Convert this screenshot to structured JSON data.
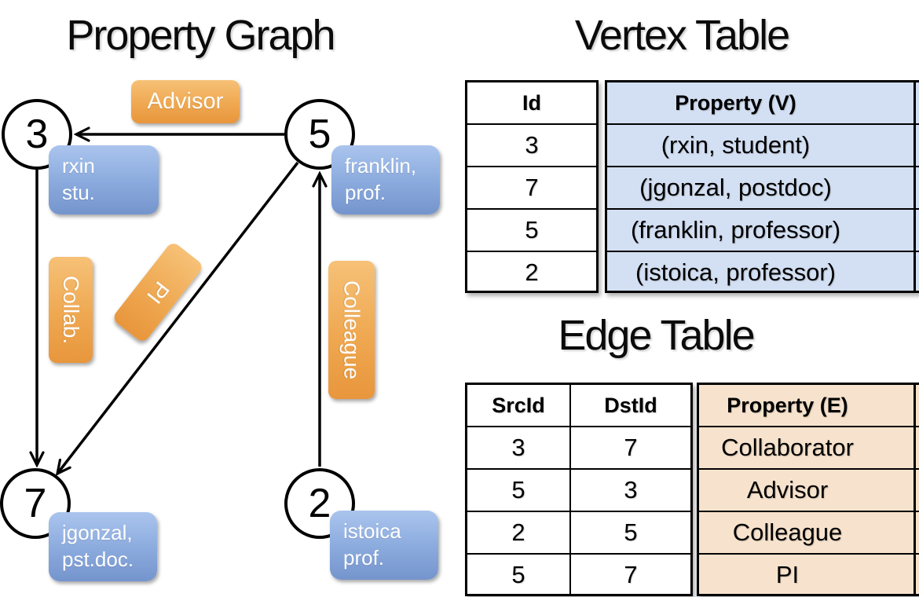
{
  "graph": {
    "title": "Property Graph",
    "nodes": [
      {
        "id": "3",
        "label_line1": "rxin",
        "label_line2": "stu."
      },
      {
        "id": "5",
        "label_line1": "franklin,",
        "label_line2": "prof."
      },
      {
        "id": "7",
        "label_line1": "jgonzal,",
        "label_line2": "pst.doc."
      },
      {
        "id": "2",
        "label_line1": "istoica",
        "label_line2": "prof."
      }
    ],
    "edge_labels": {
      "advisor": "Advisor",
      "collab": "Collab.",
      "pi": "PI",
      "colleague": "Colleague"
    },
    "edges": [
      {
        "src": "5",
        "dst": "3",
        "label": "Advisor"
      },
      {
        "src": "3",
        "dst": "7",
        "label": "Collab."
      },
      {
        "src": "5",
        "dst": "7",
        "label": "PI"
      },
      {
        "src": "2",
        "dst": "5",
        "label": "Colleague"
      }
    ]
  },
  "vertex_table": {
    "title": "Vertex Table",
    "headers": {
      "id": "Id",
      "property": "Property (V)"
    },
    "rows": [
      {
        "id": "3",
        "property": "(rxin, student)"
      },
      {
        "id": "7",
        "property": "(jgonzal, postdoc)"
      },
      {
        "id": "5",
        "property": "(franklin, professor)"
      },
      {
        "id": "2",
        "property": "(istoica, professor)"
      }
    ]
  },
  "edge_table": {
    "title": "Edge Table",
    "headers": {
      "src": "SrcId",
      "dst": "DstId",
      "property": "Property (E)"
    },
    "rows": [
      {
        "src": "3",
        "dst": "7",
        "property": "Collaborator"
      },
      {
        "src": "5",
        "dst": "3",
        "property": "Advisor"
      },
      {
        "src": "2",
        "dst": "5",
        "property": "Colleague"
      },
      {
        "src": "5",
        "dst": "7",
        "property": "PI"
      }
    ]
  },
  "colors": {
    "edge_label_orange": "#EFA851",
    "property_box_blue": "#8AAADD",
    "vertex_table_fill": "#D3DFF2",
    "edge_table_fill": "#F7E3CD"
  }
}
